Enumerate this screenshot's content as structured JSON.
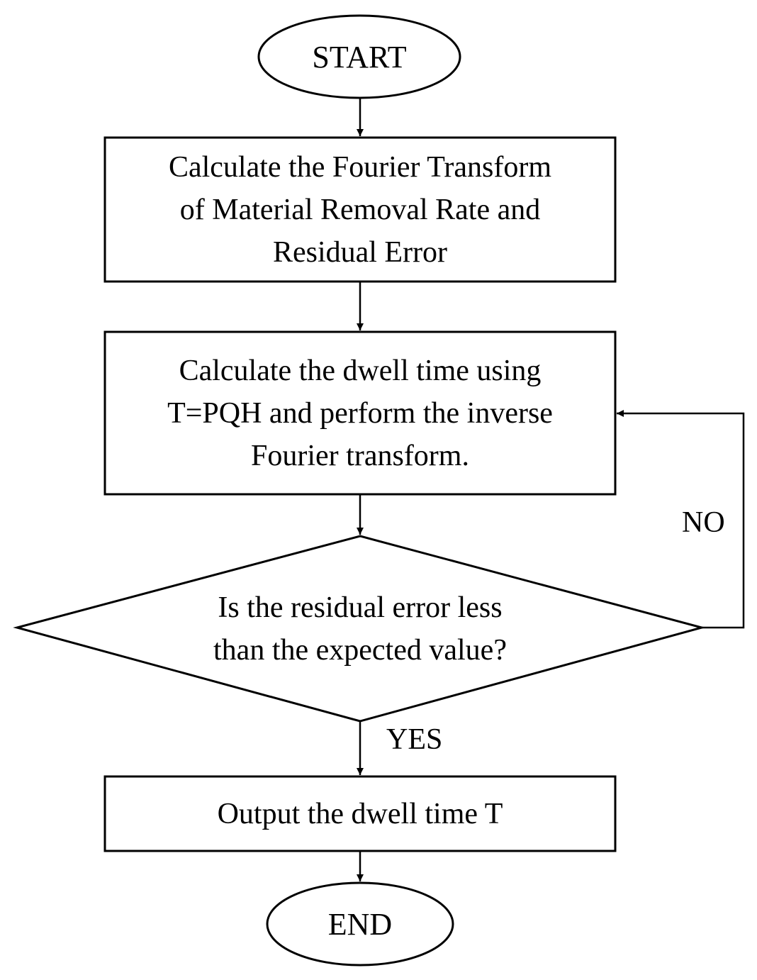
{
  "start": {
    "label": "START"
  },
  "step1": {
    "lines": [
      "Calculate the Fourier Transform",
      "of Material Removal Rate and",
      "Residual Error"
    ]
  },
  "step2": {
    "lines": [
      "Calculate the dwell time using",
      "T=PQH and perform the inverse",
      "Fourier transform."
    ]
  },
  "decision": {
    "lines": [
      "Is the residual error less",
      "than the expected value?"
    ]
  },
  "branch": {
    "no": "NO",
    "yes": "YES"
  },
  "output": {
    "label": "Output the dwell time T"
  },
  "end": {
    "label": "END"
  }
}
